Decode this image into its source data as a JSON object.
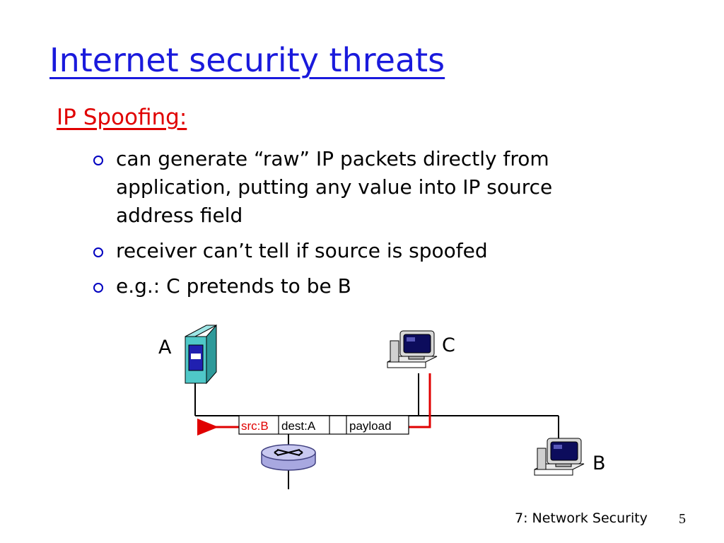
{
  "slide": {
    "title": "Internet security threats",
    "subtitle": "IP Spoofing:",
    "bullets": [
      "can generate “raw” IP packets directly from application, putting any value into IP source address field",
      "receiver can’t tell if source is spoofed",
      "e.g.: C pretends to be B"
    ]
  },
  "diagram": {
    "label_a": "A",
    "label_b": "B",
    "label_c": "C",
    "packet": {
      "src": "src:B",
      "dest": "dest:A",
      "payload": "payload"
    },
    "colors": {
      "spoof_path": "#e00000",
      "router": "#c8c8f0",
      "server": "#4fc8c8"
    },
    "icons": [
      "server-icon",
      "router-icon",
      "computer-icon"
    ]
  },
  "footer": {
    "label": "7: Network Security",
    "page": "5"
  }
}
